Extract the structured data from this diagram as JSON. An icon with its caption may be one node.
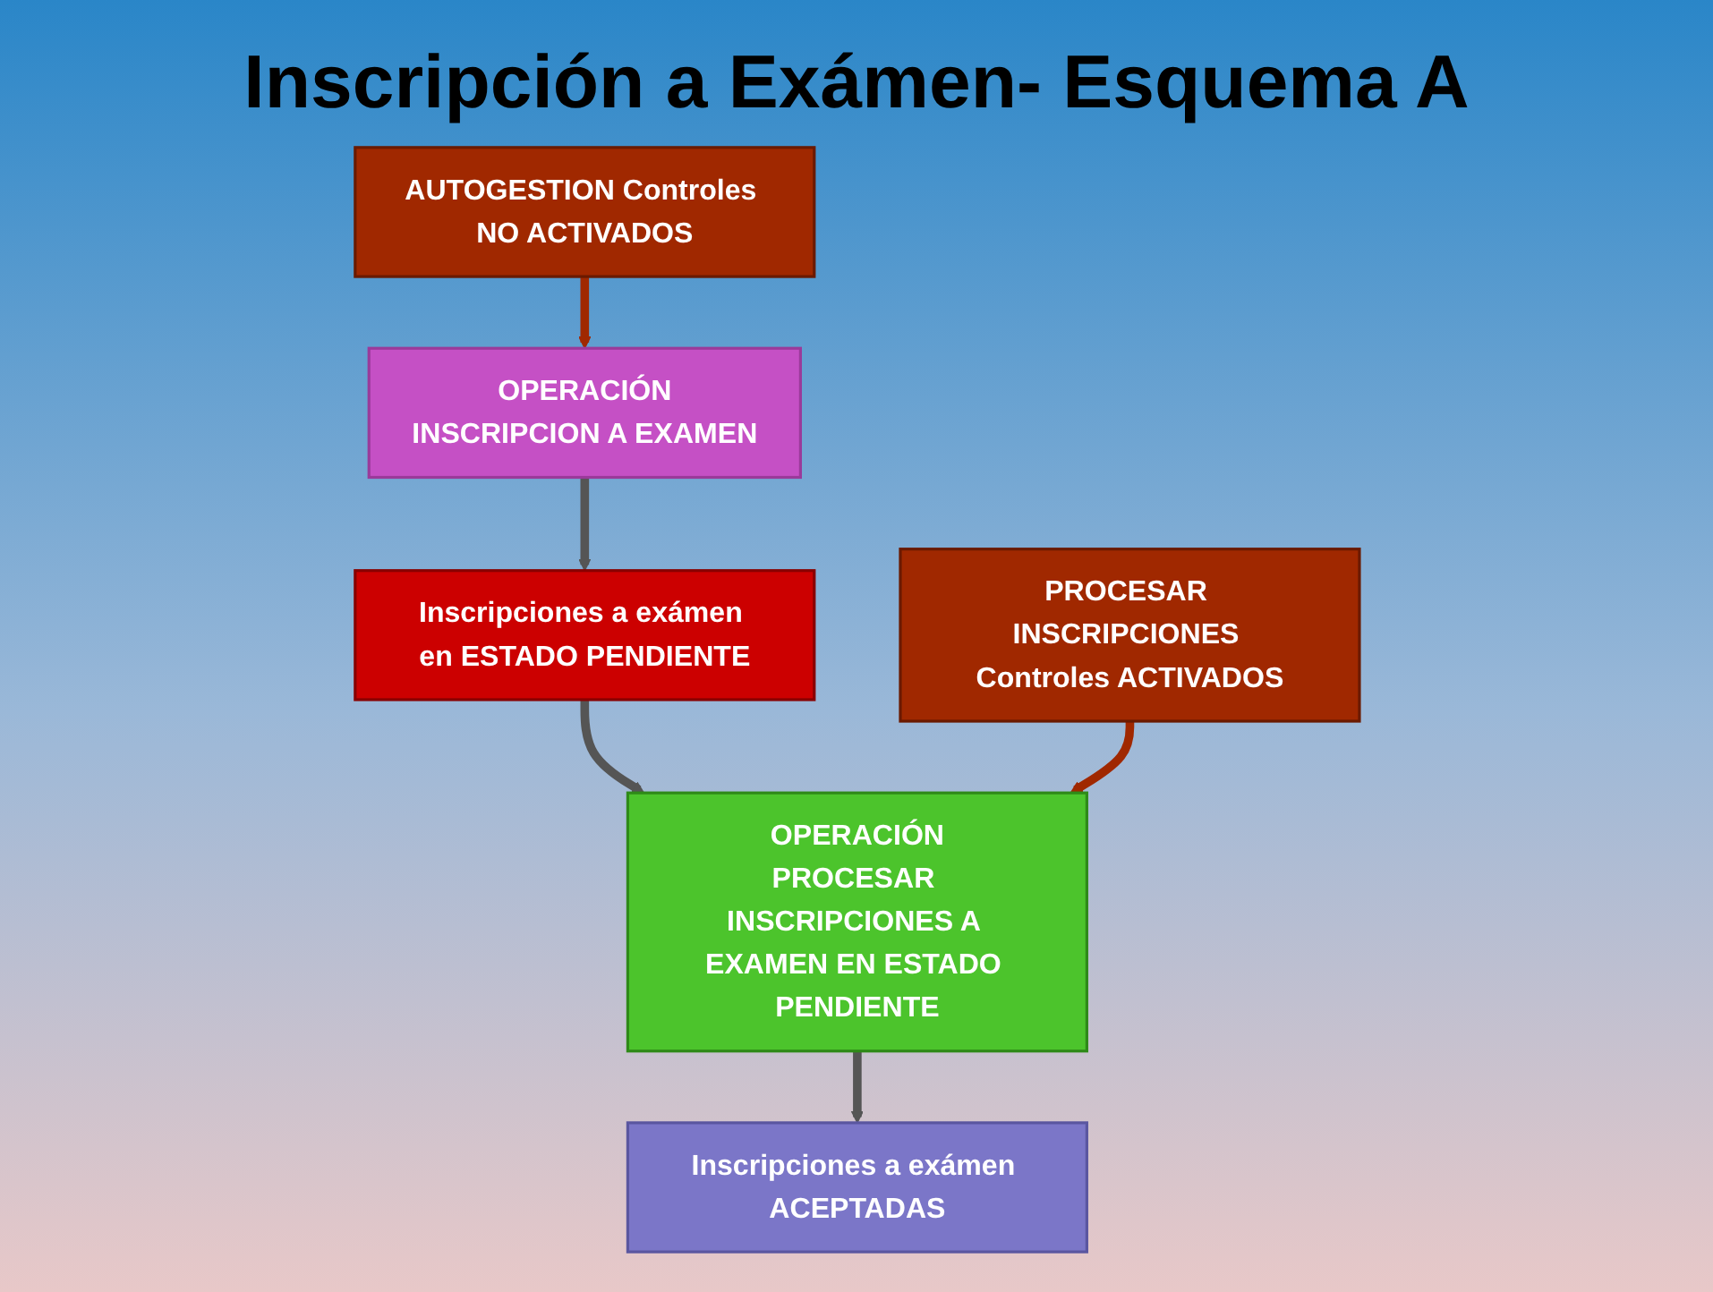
{
  "diagram": {
    "title": "Inscripción a Exámen- Esquema A",
    "nodes": [
      {
        "text": [
          "AUTOGESTION Controles NO ACTIVADOS"
        ]
      },
      {
        "text": [
          "OPERACIÓN",
          "INSCRIPCION A EXAMEN"
        ]
      },
      {
        "text": [
          "Inscripciones a exámen en ESTADO PENDIENTE"
        ]
      },
      {
        "text": [
          "PROCESAR INSCRIPCIONES Controles ACTIVADOS"
        ]
      },
      {
        "text": [
          "OPERACIÓN",
          "PROCESAR INSCRIPCIONES A EXAMEN EN ESTADO PENDIENTE"
        ]
      },
      {
        "text": [
          "Inscripciones a exámen ACEPTADAS"
        ]
      }
    ],
    "edges": [
      {
        "from": 0,
        "to": 1,
        "arrow": "to",
        "color": "#a02800"
      },
      {
        "from": 1,
        "to": 2,
        "arrow": "to"
      },
      {
        "from": 2,
        "to": 4,
        "arrow": "to"
      },
      {
        "from": 3,
        "to": 4,
        "arrow": "to",
        "color": "#a02800"
      },
      {
        "from": 4,
        "to": 5,
        "arrow": "to"
      }
    ]
  }
}
